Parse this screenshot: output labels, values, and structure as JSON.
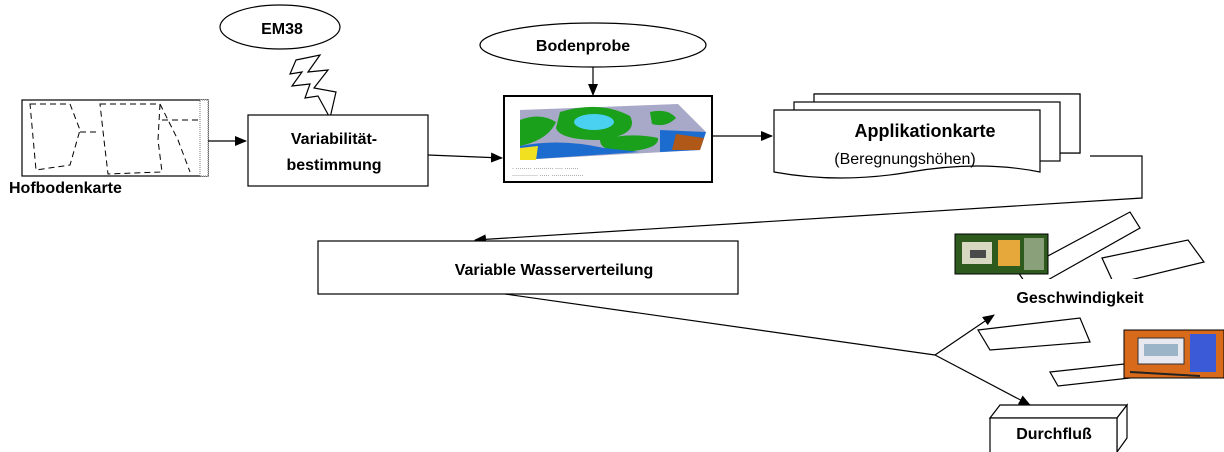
{
  "nodes": {
    "em38": "EM38",
    "bodenprobe": "Bodenprobe",
    "hofbodenkarte": "Hofbodenkarte",
    "variabilitaet_line1": "Variabilität-",
    "variabilitaet_line2": "bestimmung",
    "applikationkarte": "Applikationkarte",
    "beregnungshoehen": "(Beregnungshöhen)",
    "variable_wasserverteilung": "Variable Wasserverteilung",
    "geschwindigkeit": "Geschwindigkeit",
    "durchfluss": "Durchfluß"
  },
  "colors": {
    "field_gray": "#a8a8c8",
    "field_green": "#1aa01a",
    "field_blue": "#1c6cd0",
    "field_cyan": "#4ad0f0",
    "field_brown": "#b05818",
    "field_yellow": "#f0e020",
    "photo_green": "#2e5a1e",
    "photo_orange": "#d86a1c"
  }
}
